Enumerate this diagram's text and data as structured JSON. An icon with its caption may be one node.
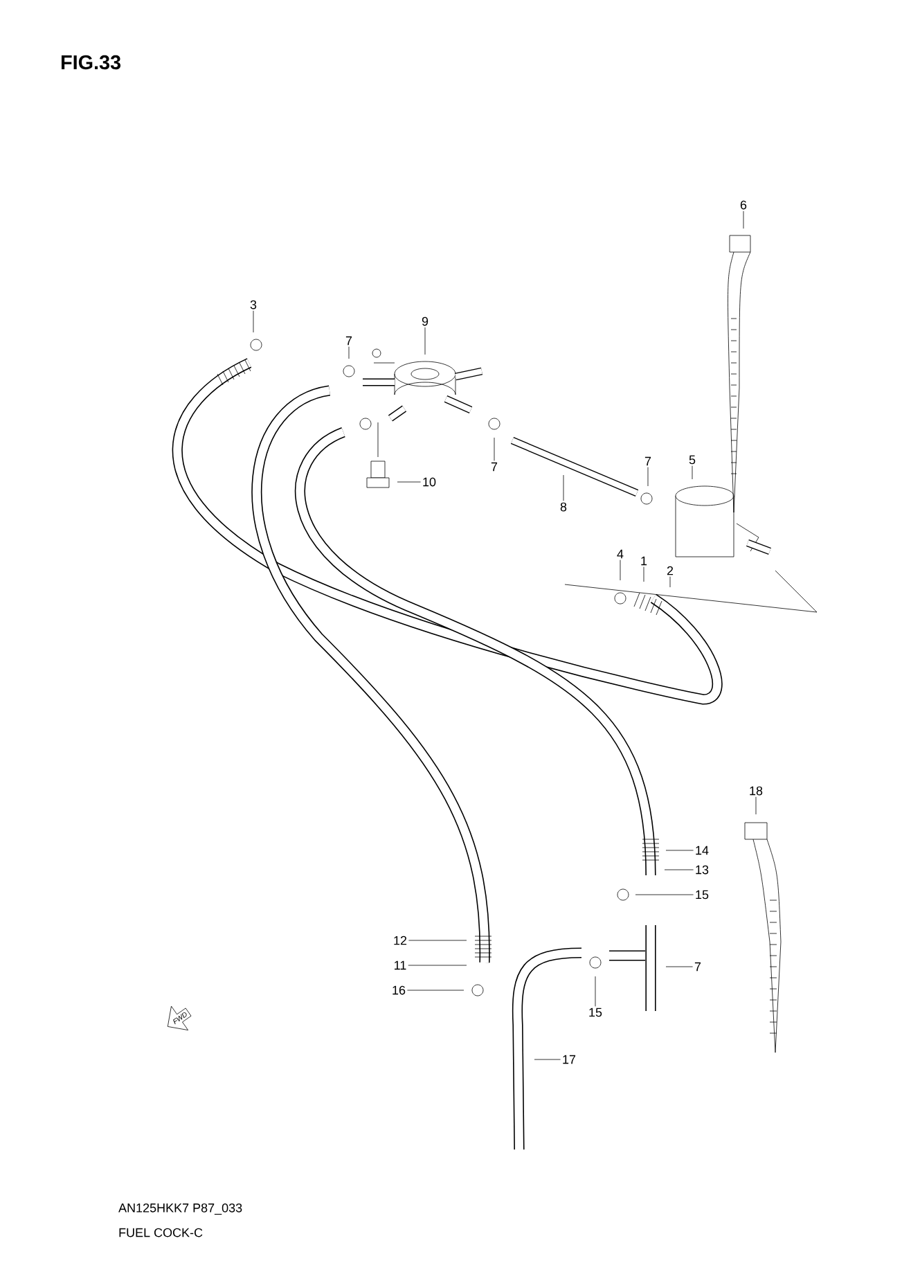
{
  "diagram": {
    "title": "FIG.33",
    "nodes": [
      {
        "text": [
          "6"
        ]
      },
      {
        "text": [
          "3"
        ]
      },
      {
        "text": [
          "9"
        ]
      },
      {
        "text": [
          "7"
        ]
      },
      {
        "text": [
          "7"
        ]
      },
      {
        "text": [
          "10"
        ]
      },
      {
        "text": [
          "8"
        ]
      },
      {
        "text": [
          "7"
        ]
      },
      {
        "text": [
          "5"
        ]
      },
      {
        "text": [
          "4"
        ]
      },
      {
        "text": [
          "1"
        ]
      },
      {
        "text": [
          "2"
        ]
      },
      {
        "text": [
          "18"
        ]
      },
      {
        "text": [
          "14"
        ]
      },
      {
        "text": [
          "13"
        ]
      },
      {
        "text": [
          "15"
        ]
      },
      {
        "text": [
          "12"
        ]
      },
      {
        "text": [
          "11"
        ]
      },
      {
        "text": [
          "16"
        ]
      },
      {
        "text": [
          "7"
        ]
      },
      {
        "text": [
          "15"
        ]
      },
      {
        "text": [
          "17"
        ]
      }
    ],
    "edges": [
      {
        "from": 0,
        "to": null,
        "arrow": "none"
      },
      {
        "from": 1,
        "to": null,
        "arrow": "none"
      },
      {
        "from": 2,
        "to": null,
        "arrow": "none"
      },
      {
        "from": 3,
        "to": null,
        "arrow": "none"
      },
      {
        "from": 4,
        "to": null,
        "arrow": "none"
      },
      {
        "from": 5,
        "to": null,
        "arrow": "none"
      },
      {
        "from": 6,
        "to": null,
        "arrow": "none"
      },
      {
        "from": 7,
        "to": null,
        "arrow": "none"
      },
      {
        "from": 8,
        "to": null,
        "arrow": "none"
      },
      {
        "from": 9,
        "to": null,
        "arrow": "none"
      },
      {
        "from": 10,
        "to": null,
        "arrow": "none"
      },
      {
        "from": 11,
        "to": null,
        "arrow": "none"
      },
      {
        "from": 12,
        "to": null,
        "arrow": "none"
      },
      {
        "from": 13,
        "to": null,
        "arrow": "none"
      },
      {
        "from": 14,
        "to": null,
        "arrow": "none"
      },
      {
        "from": 15,
        "to": null,
        "arrow": "none"
      },
      {
        "from": 16,
        "to": null,
        "arrow": "none"
      },
      {
        "from": 17,
        "to": null,
        "arrow": "none"
      },
      {
        "from": 18,
        "to": null,
        "arrow": "none"
      },
      {
        "from": 19,
        "to": null,
        "arrow": "none"
      },
      {
        "from": 20,
        "to": null,
        "arrow": "none"
      },
      {
        "from": 21,
        "to": null,
        "arrow": "none"
      }
    ],
    "labels": [
      "FWD",
      "AN125HKK7 P87_033",
      "FUEL COCK-C"
    ]
  }
}
